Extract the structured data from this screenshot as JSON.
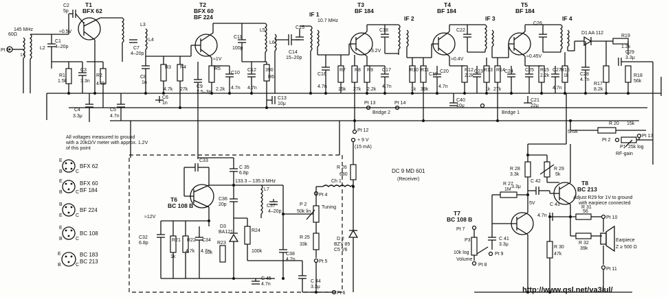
{
  "transistors": [
    {
      "ref": "T1",
      "type": "BFX 62"
    },
    {
      "ref": "T2",
      "type": "BFX 60",
      "alt": "BF 224"
    },
    {
      "ref": "T3",
      "type": "BF 184"
    },
    {
      "ref": "T4",
      "type": "BF 184"
    },
    {
      "ref": "T5",
      "type": "BF 184"
    },
    {
      "ref": "T6",
      "type": "BC 108 B"
    },
    {
      "ref": "T7",
      "type": "BC 108 B"
    },
    {
      "ref": "T8",
      "type": "BC 213"
    }
  ],
  "if_stages": [
    "IF 1",
    "IF 2",
    "IF 3",
    "IF 4"
  ],
  "labels": {
    "input_freq": "145 MHz",
    "input_imp": "60Ω",
    "if_freq": "10.7 MHz",
    "vco_range": "133.3 – 135.3 MHz",
    "note": [
      "All voltages measured to ground",
      "with a 20kΩ/V meter with approx. 1.2V",
      "of this point"
    ],
    "supply": "+ 9 V",
    "supply_current": "(15 mA)",
    "module": "DC 9 MD 601",
    "module_sub": "(Receiver)",
    "tuning": "Tuning",
    "rf_gain": "RF-gain",
    "volume": "Volume",
    "earpiece": "Earpiece",
    "earpiece_z": "Z ≥ 500 Ω",
    "adjust": [
      "Adjust R29 for 1V to ground",
      "with earpiece connected"
    ],
    "bridge1": "Bridge 1",
    "bridge2": "Bridge 2",
    "current_5ma": "5mA",
    "url": "http://www.qsl.net/va3iul/"
  },
  "pinouts": [
    {
      "name": "BFX 62"
    },
    {
      "name": "BFX 60",
      "alt": "BF 184"
    },
    {
      "name": "BF 224"
    },
    {
      "name": "BC 108"
    },
    {
      "name": "BC 183",
      "alt": "BC 213"
    }
  ],
  "components": {
    "r1": "R1",
    "r1v": "1.5k",
    "c2": "C2",
    "c2v": "5p",
    "c1": "C1",
    "c1v": "4–20p",
    "c3": "C3",
    "c3v": "3.3n",
    "r2": "R2",
    "r2v": "4.7k",
    "c4": "C4",
    "c4v": "3.3μ",
    "c5": "C5",
    "c5v": "4.7n",
    "v05": "≈0.5V",
    "l1": "L1",
    "l2": "L2",
    "l3": "L3",
    "l4": "L4",
    "c7": "C7",
    "c7v": "4–20p",
    "c8": "C8",
    "c8v": "1n",
    "c6": "C6",
    "c6v": "1n",
    "r3": "R3",
    "r3v": "4.7k",
    "r4": "R4",
    "r4v": "27k",
    "c9": "C9",
    "c9v": "2.5–3p",
    "r5": "R5",
    "r5v": "2.2k",
    "v1": "≈1V",
    "c10": "C10",
    "c10v": "4.7n",
    "c11": "C11",
    "c11v": "100p",
    "c12": "C12",
    "c12v": "4.7n",
    "r6": "R6",
    "r6v": "390",
    "l5": "L5",
    "l6": "L6",
    "c13": "C13",
    "c13v": "10μ",
    "c14": "C14",
    "c14v": "15–20p",
    "c15": "C15",
    "c16": "C16",
    "c16v": "4.7n",
    "r7": "R7",
    "r7v": "15k",
    "r8": "R8",
    "r8v": "27k",
    "r9": "R9",
    "r9v": "2.2k",
    "v32": "≈3.2V",
    "c17": "C17",
    "c17v": "4.7n",
    "c18": "C18",
    "r10": "R10",
    "r10v": "1k",
    "r11": "R11",
    "r11v": "39k",
    "c19": "C19",
    "c20": "C20",
    "c20v": "4.7n",
    "r12": "R12",
    "r12v": "2.2k",
    "c22": "C22",
    "v04": "≈0.4V",
    "c23": "C23",
    "r13": "R13",
    "r13v": "1k",
    "r14": "R14",
    "r14v": "27k",
    "c24": "C24",
    "c25": "C25",
    "r15": "R15",
    "r15v": "2.2k",
    "v045": "≈0.45V",
    "c26": "C26",
    "c27": "C27",
    "c27v": "4.7n",
    "r16": "R16",
    "r16v": "1k",
    "d1": "D1",
    "d1v": "AA 112",
    "c28": "C28",
    "c28v": "4.7n",
    "r17": "R17",
    "r17v": "8.2k",
    "r19": "R19",
    "r19v": "1.2k",
    "c29": "C29",
    "c29v": "3.3μ",
    "r18": "R18",
    "r18v": "56k",
    "c40": "C40",
    "c40v": "10μ",
    "c21": "C21",
    "c21v": "22μ",
    "pt13": "Pt 13",
    "pt14": "Pt 14",
    "pt12": "Pt 12",
    "pt1": "Pt 1",
    "pt2": "Pt 2",
    "pt3": "Pt 13",
    "p1": "P1",
    "p1v": "25k log",
    "r20": "R 20",
    "r20v": "15k",
    "c33": "C33",
    "c35": "C 35",
    "c35v": "6.8p",
    "c36": "C36",
    "c36v": "20p",
    "c37": "C37",
    "c37v": "4–20p",
    "l7": "L7",
    "t6v": "≈12V",
    "c32": "C32",
    "c32v": "6.8p",
    "r21": "R21",
    "r21v": "1k",
    "r22": "R22",
    "r22v": "4.7k",
    "c34": "C34",
    "c34v": "4.7n",
    "d3": "D3",
    "d3v": "BA121",
    "r23": "R23",
    "r23v": "10k",
    "r24": "R24",
    "r24v": "100k",
    "c38": "C38",
    "c38v": "4.7n",
    "c45": "C 45",
    "c45v": "4.7n",
    "c44": "C 44",
    "c44v": "3.3μ",
    "r26": "R 26",
    "r26v": "680",
    "ch1": "Ch 1",
    "pt4": "Pt 4",
    "p2": "P 2",
    "p2v": "50k lin",
    "r25": "R 25",
    "r25v": "33k",
    "d2": "D 2",
    "d2v": "BZY 85",
    "d2v2": "C5 V6",
    "pt5": "Pt 5",
    "pt6": "Pt 6",
    "r28": "R 28",
    "r28v": "3.3k",
    "r29": "R 29",
    "r29v": "5k",
    "r27": "R 27",
    "r27v": "1M",
    "c42": "C 42",
    "c42v": "3.3μ",
    "v5": "5V",
    "c43": "C 43",
    "c43v": "4.7n",
    "r31": "R 31",
    "r31v": "56",
    "r32": "R 32",
    "r32v": "39k",
    "r30": "R 30",
    "r30v": "47k",
    "pt7": "Pt 7",
    "pt8": "Pt 8",
    "pt9": "Pt 9",
    "p3": "P3",
    "p3v": "10k log",
    "c41": "C 41",
    "c41v": "3.3μ",
    "pt10": "Pt 10",
    "pt11": "Pt 11"
  }
}
